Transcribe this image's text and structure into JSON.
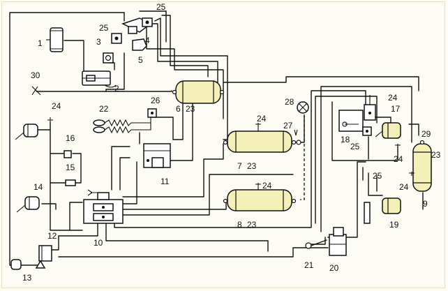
{
  "diagram": {
    "labels": {
      "c1": "1",
      "c2": "2",
      "c3": "3",
      "c4": "4",
      "c5": "5",
      "c6": "6",
      "c7": "7",
      "c8": "8",
      "c9": "9",
      "c10": "10",
      "c11": "11",
      "c12": "12",
      "c13": "13",
      "c14": "14",
      "c15": "15",
      "c16": "16",
      "c17": "17",
      "c18": "18",
      "c19": "19",
      "c20": "20",
      "c21": "21",
      "c22": "22",
      "c23a": "23",
      "c23b": "23",
      "c23c": "23",
      "c23d": "23",
      "c24a": "24",
      "c24b": "24",
      "c24c": "24",
      "c24d": "24",
      "c24e": "24",
      "c24f": "24",
      "c25a": "25",
      "c25b": "25",
      "c25c": "25",
      "c25d": "25",
      "c26": "26",
      "c27": "27",
      "c28": "28",
      "c29": "29",
      "c30": "30"
    }
  }
}
